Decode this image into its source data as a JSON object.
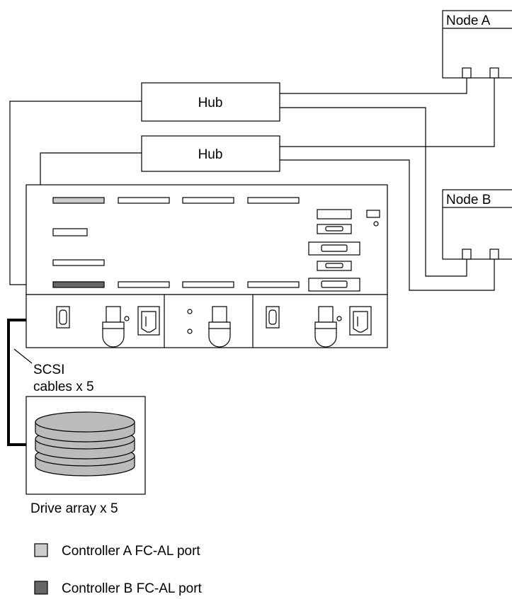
{
  "nodes": {
    "a": {
      "label": "Node A"
    },
    "b": {
      "label": "Node B"
    }
  },
  "hubs": {
    "top": {
      "label": "Hub"
    },
    "bottom": {
      "label": "Hub"
    }
  },
  "cable_label": {
    "line1": "SCSI",
    "line2": "cables x 5"
  },
  "drive_array": {
    "label": "Drive array x 5"
  },
  "legend": [
    {
      "label": "Controller A FC-AL port",
      "color": "#cccccc"
    },
    {
      "label": "Controller B FC-AL port",
      "color": "#666666"
    }
  ],
  "colors": {
    "controller_a_port": "#cccccc",
    "controller_b_port": "#666666",
    "disk_fill": "#bbbbbb"
  }
}
